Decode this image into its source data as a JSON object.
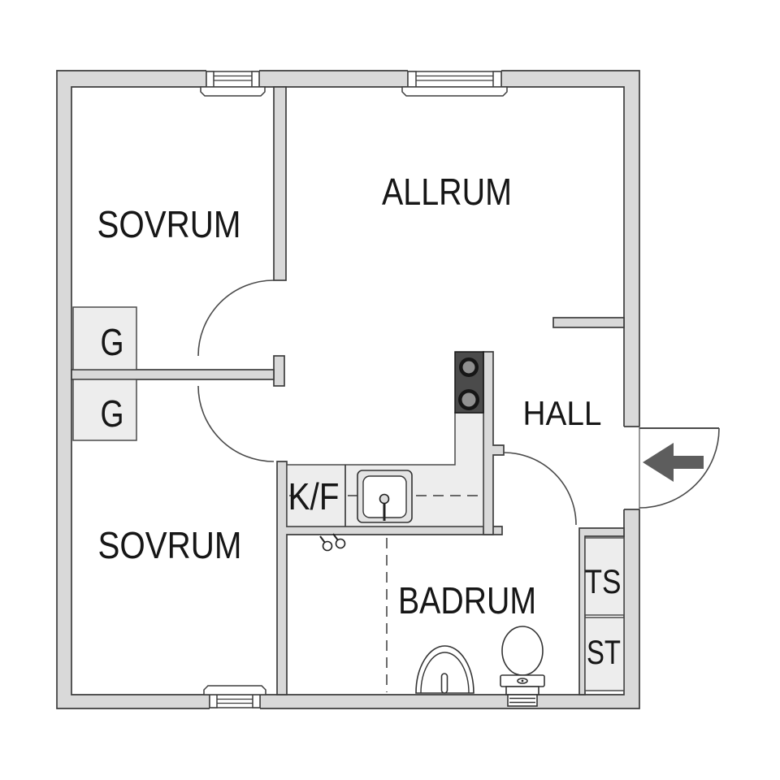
{
  "floorplan": {
    "labels": {
      "bedroom_top": "SOVRUM",
      "living_room": "ALLRUM",
      "bedroom_bottom": "SOVRUM",
      "bathroom": "BADRUM",
      "hall": "HALL",
      "wardrobe_top": "G",
      "wardrobe_bottom": "G",
      "fridge_freezer": "K/F",
      "drying_cabinet": "TS",
      "storage": "ST"
    },
    "colors": {
      "wall_fill": "#d9d9d9",
      "outline": "#3d3d3d",
      "cabinet_fill": "#ededed",
      "stove_fill": "#4b4b4b",
      "entry_arrow": "#5d5d5d",
      "label_text": "#161616",
      "room_fill": "#ffffff"
    }
  }
}
